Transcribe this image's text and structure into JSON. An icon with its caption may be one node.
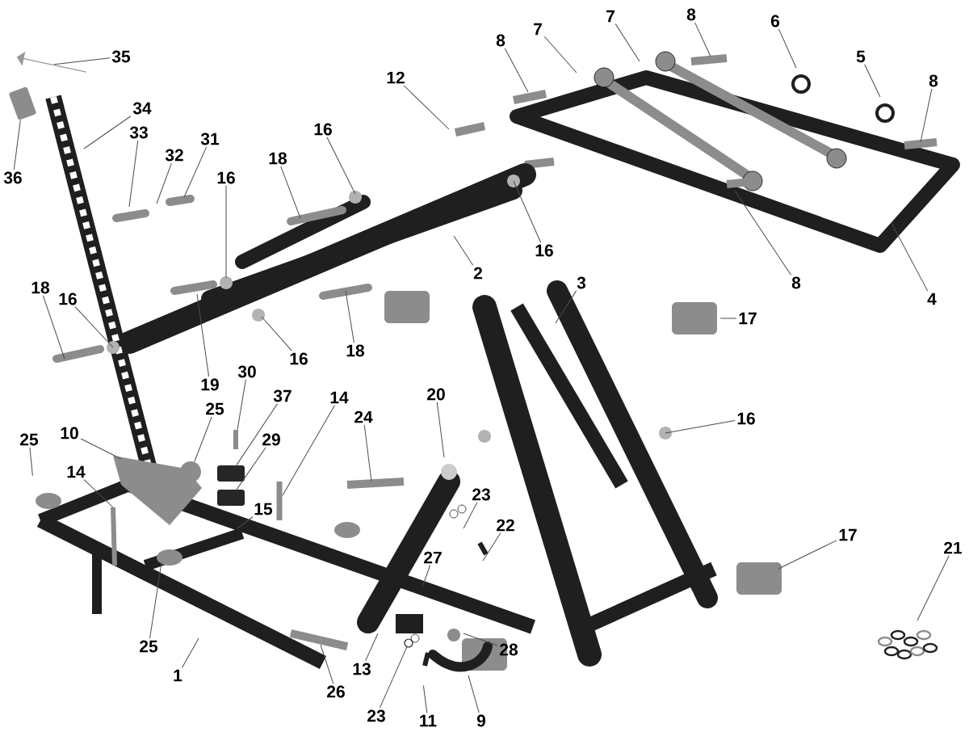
{
  "diagram": {
    "nodes": [
      {
        "text": [
          "7"
        ]
      },
      {
        "text": [
          "8"
        ]
      },
      {
        "text": [
          "6"
        ]
      },
      {
        "text": [
          "7"
        ]
      },
      {
        "text": [
          "8"
        ]
      },
      {
        "text": [
          "35"
        ]
      },
      {
        "text": [
          "5"
        ]
      },
      {
        "text": [
          "12"
        ]
      },
      {
        "text": [
          "8"
        ]
      },
      {
        "text": [
          "34"
        ]
      },
      {
        "text": [
          "33"
        ]
      },
      {
        "text": [
          "31"
        ]
      },
      {
        "text": [
          "32"
        ]
      },
      {
        "text": [
          "18"
        ]
      },
      {
        "text": [
          "16"
        ]
      },
      {
        "text": [
          "36"
        ]
      },
      {
        "text": [
          "16"
        ]
      },
      {
        "text": [
          "16"
        ]
      },
      {
        "text": [
          "2"
        ]
      },
      {
        "text": [
          "8"
        ]
      },
      {
        "text": [
          "3"
        ]
      },
      {
        "text": [
          "18"
        ]
      },
      {
        "text": [
          "16"
        ]
      },
      {
        "text": [
          "4"
        ]
      },
      {
        "text": [
          "17"
        ]
      },
      {
        "text": [
          "16"
        ]
      },
      {
        "text": [
          "18"
        ]
      },
      {
        "text": [
          "19"
        ]
      },
      {
        "text": [
          "30"
        ]
      },
      {
        "text": [
          "37"
        ]
      },
      {
        "text": [
          "14"
        ]
      },
      {
        "text": [
          "20"
        ]
      },
      {
        "text": [
          "25"
        ]
      },
      {
        "text": [
          "24"
        ]
      },
      {
        "text": [
          "16"
        ]
      },
      {
        "text": [
          "10"
        ]
      },
      {
        "text": [
          "25"
        ]
      },
      {
        "text": [
          "29"
        ]
      },
      {
        "text": [
          "14"
        ]
      },
      {
        "text": [
          "15"
        ]
      },
      {
        "text": [
          "23"
        ]
      },
      {
        "text": [
          "22"
        ]
      },
      {
        "text": [
          "17"
        ]
      },
      {
        "text": [
          "21"
        ]
      },
      {
        "text": [
          "27"
        ]
      },
      {
        "text": [
          "25"
        ]
      },
      {
        "text": [
          "28"
        ]
      },
      {
        "text": [
          "13"
        ]
      },
      {
        "text": [
          "1"
        ]
      },
      {
        "text": [
          "26"
        ]
      },
      {
        "text": [
          "23"
        ]
      },
      {
        "text": [
          "11"
        ]
      },
      {
        "text": [
          "9"
        ]
      },
      {
        "text": [],
        "shape": "bar"
      },
      {
        "text": [],
        "shape": "box"
      },
      {
        "text": [],
        "shape": "box"
      },
      {
        "text": [],
        "shape": "bar"
      },
      {
        "text": [],
        "shape": "bar"
      },
      {
        "text": [],
        "shape": "circle"
      },
      {
        "text": [],
        "shape": "circle"
      },
      {
        "text": [],
        "shape": "box"
      },
      {
        "text": [],
        "shape": "arrow"
      }
    ],
    "edges": [
      {
        "from": 0,
        "to": null,
        "arrow": "none"
      },
      {
        "from": 1,
        "to": null,
        "arrow": "none"
      },
      {
        "from": 2,
        "to": null,
        "arrow": "none"
      },
      {
        "from": 3,
        "to": null,
        "arrow": "none"
      },
      {
        "from": 4,
        "to": null,
        "arrow": "none"
      },
      {
        "from": 5,
        "to": 61,
        "arrow": "none"
      },
      {
        "from": 6,
        "to": null,
        "arrow": "none"
      },
      {
        "from": 7,
        "to": null,
        "arrow": "none"
      },
      {
        "from": 8,
        "to": null,
        "arrow": "none"
      },
      {
        "from": 9,
        "to": null,
        "arrow": "none"
      },
      {
        "from": 10,
        "to": null,
        "arrow": "none"
      },
      {
        "from": 11,
        "to": null,
        "arrow": "none"
      },
      {
        "from": 12,
        "to": null,
        "arrow": "none"
      },
      {
        "from": 13,
        "to": null,
        "arrow": "none"
      },
      {
        "from": 14,
        "to": null,
        "arrow": "none"
      },
      {
        "from": 15,
        "to": 60,
        "arrow": "none"
      },
      {
        "from": 16,
        "to": null,
        "arrow": "none"
      },
      {
        "from": 17,
        "to": null,
        "arrow": "none"
      },
      {
        "from": 18,
        "to": null,
        "arrow": "none"
      },
      {
        "from": 19,
        "to": null,
        "arrow": "none"
      },
      {
        "from": 20,
        "to": null,
        "arrow": "none"
      },
      {
        "from": 21,
        "to": null,
        "arrow": "none"
      },
      {
        "from": 22,
        "to": null,
        "arrow": "none"
      },
      {
        "from": 23,
        "to": null,
        "arrow": "none"
      },
      {
        "from": 24,
        "to": null,
        "arrow": "none"
      },
      {
        "from": 25,
        "to": null,
        "arrow": "none"
      },
      {
        "from": 26,
        "to": null,
        "arrow": "none"
      },
      {
        "from": 27,
        "to": null,
        "arrow": "none"
      },
      {
        "from": 28,
        "to": 53,
        "arrow": "none"
      },
      {
        "from": 29,
        "to": 54,
        "arrow": "none"
      },
      {
        "from": 30,
        "to": 56,
        "arrow": "none"
      },
      {
        "from": 31,
        "to": null,
        "arrow": "none"
      },
      {
        "from": 32,
        "to": 59,
        "arrow": "none"
      },
      {
        "from": 33,
        "to": null,
        "arrow": "none"
      },
      {
        "from": 34,
        "to": null,
        "arrow": "none"
      },
      {
        "from": 35,
        "to": null,
        "arrow": "none"
      },
      {
        "from": 36,
        "to": null,
        "arrow": "none"
      },
      {
        "from": 37,
        "to": 55,
        "arrow": "none"
      },
      {
        "from": 38,
        "to": null,
        "arrow": "none"
      },
      {
        "from": 39,
        "to": null,
        "arrow": "none"
      },
      {
        "from": 40,
        "to": null,
        "arrow": "none"
      },
      {
        "from": 41,
        "to": null,
        "arrow": "none"
      },
      {
        "from": 42,
        "to": null,
        "arrow": "none"
      },
      {
        "from": 43,
        "to": null,
        "arrow": "none"
      },
      {
        "from": 44,
        "to": null,
        "arrow": "none"
      },
      {
        "from": 45,
        "to": null,
        "arrow": "none"
      },
      {
        "from": 46,
        "to": null,
        "arrow": "none"
      },
      {
        "from": 47,
        "to": null,
        "arrow": "none"
      },
      {
        "from": 48,
        "to": null,
        "arrow": "none"
      },
      {
        "from": 49,
        "to": 57,
        "arrow": "none"
      },
      {
        "from": 50,
        "to": 58,
        "arrow": "none"
      },
      {
        "from": 51,
        "to": null,
        "arrow": "none"
      },
      {
        "from": 52,
        "to": null,
        "arrow": "none"
      }
    ]
  }
}
